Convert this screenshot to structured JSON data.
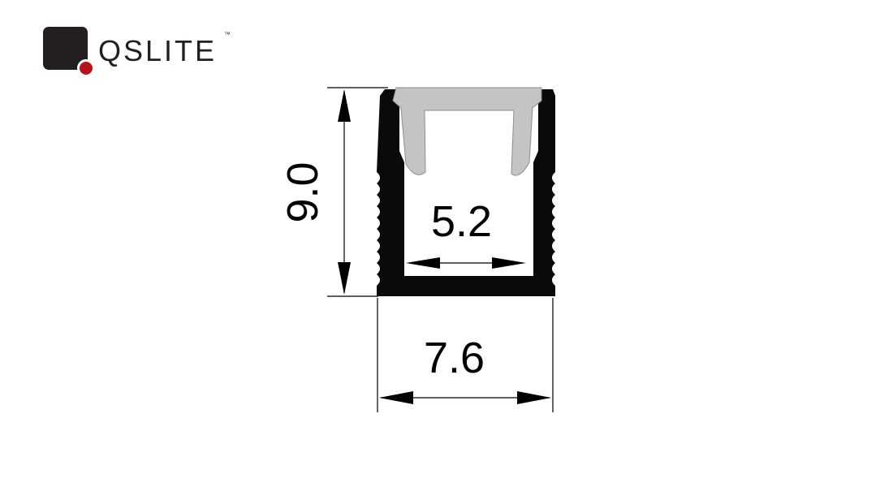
{
  "brand": {
    "name": "QSLITE",
    "trademark": "™",
    "mark_color": "#231f20",
    "dot_color": "#b8121c"
  },
  "dimensions": {
    "height": "9.0",
    "outer_width": "7.6",
    "inner_width": "5.2"
  },
  "colors": {
    "profile": "#0a0a0a",
    "diffuser": "#c4c4c4",
    "dimension_line": "#000000"
  }
}
